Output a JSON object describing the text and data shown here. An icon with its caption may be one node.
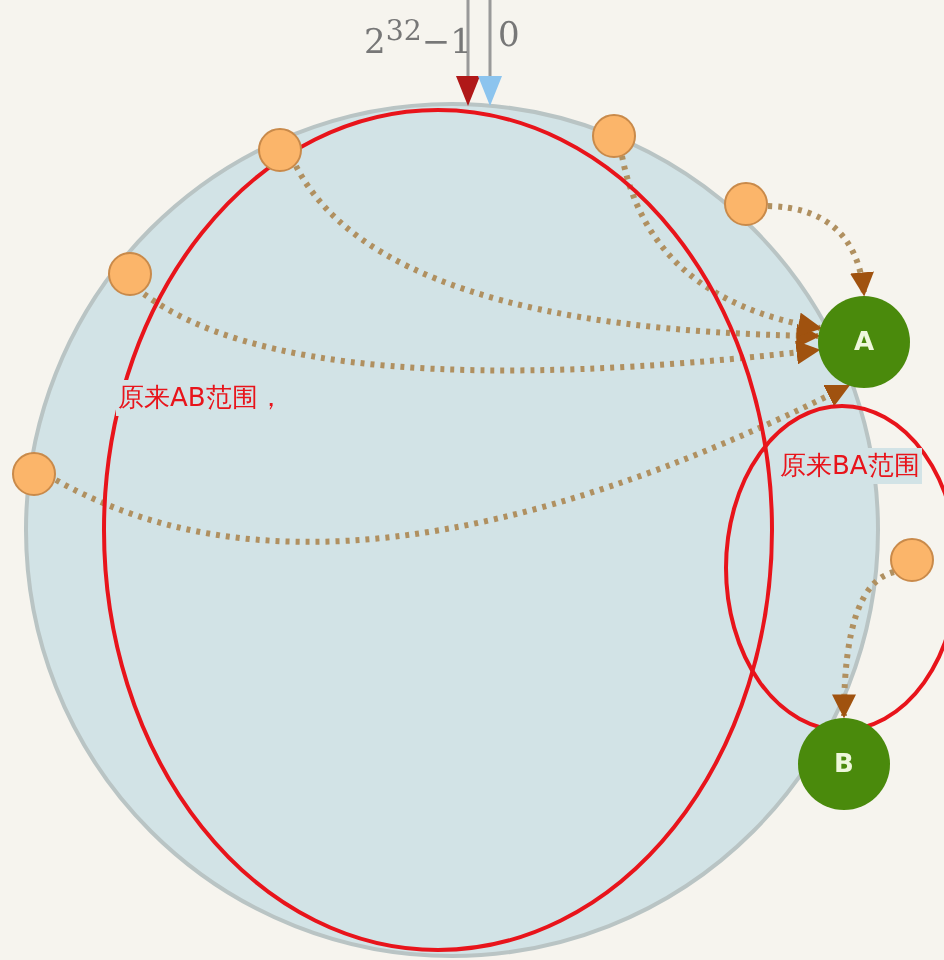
{
  "diagram": {
    "nodes": [
      {
        "text": [],
        "shape": "circle"
      },
      {
        "text": [],
        "shape": "circle"
      },
      {
        "text": [],
        "shape": "circle"
      },
      {
        "text": [],
        "shape": "circle"
      },
      {
        "text": [
          "A"
        ]
      },
      {
        "text": [],
        "shape": "circle"
      },
      {
        "text": [],
        "shape": "circle"
      },
      {
        "text": [
          "B"
        ]
      }
    ],
    "edges": [
      {
        "from": 0,
        "to": 4,
        "arrow": "to"
      },
      {
        "from": 1,
        "to": 4,
        "arrow": "to"
      },
      {
        "from": 2,
        "to": 4,
        "arrow": "to"
      },
      {
        "from": 3,
        "to": 4,
        "arrow": "to"
      },
      {
        "from": 5,
        "to": 4,
        "arrow": "to"
      },
      {
        "from": 6,
        "to": 7,
        "arrow": "to"
      }
    ],
    "labels": [
      "2$^{32}$−1",
      "0",
      "原来AB范围，",
      "原来BA范围"
    ]
  }
}
